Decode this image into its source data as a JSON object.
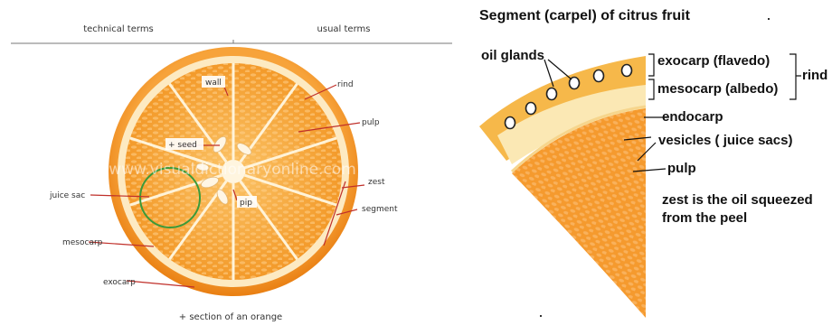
{
  "left_panel": {
    "header_left": "technical terms",
    "header_right": "usual terms",
    "caption": "+ section of an orange",
    "watermark": "www.visualdictionaryonline.com",
    "labels": {
      "wall": "wall",
      "seed": "+ seed",
      "juice_sac": "juice sac",
      "mesocarp": "mesocarp",
      "exocarp": "exocarp",
      "pip": "pip",
      "rind": "rind",
      "pulp": "pulp",
      "zest": "zest",
      "segment": "segment"
    },
    "colors": {
      "flesh": "#f7a335",
      "pith": "#fde9bf",
      "peel": "#f08a1c",
      "leader": "#c0302a",
      "highlight": "#3a9a3a"
    }
  },
  "right_panel": {
    "title": "Segment (carpel) of citrus fruit",
    "labels": {
      "oil_glands": "oil glands",
      "exocarp": "exocarp (flavedo)",
      "mesocarp": "mesocarp (albedo)",
      "rind": "rind",
      "endocarp": "endocarp",
      "vesicles": "vesicles ( juice sacs)",
      "pulp": "pulp"
    },
    "note_line1": "zest is the oil squeezed",
    "note_line2": "from the peel",
    "colors": {
      "peel": "#f6b84a",
      "albedo": "#fbe8b4",
      "flesh": "#f59a2e"
    }
  }
}
